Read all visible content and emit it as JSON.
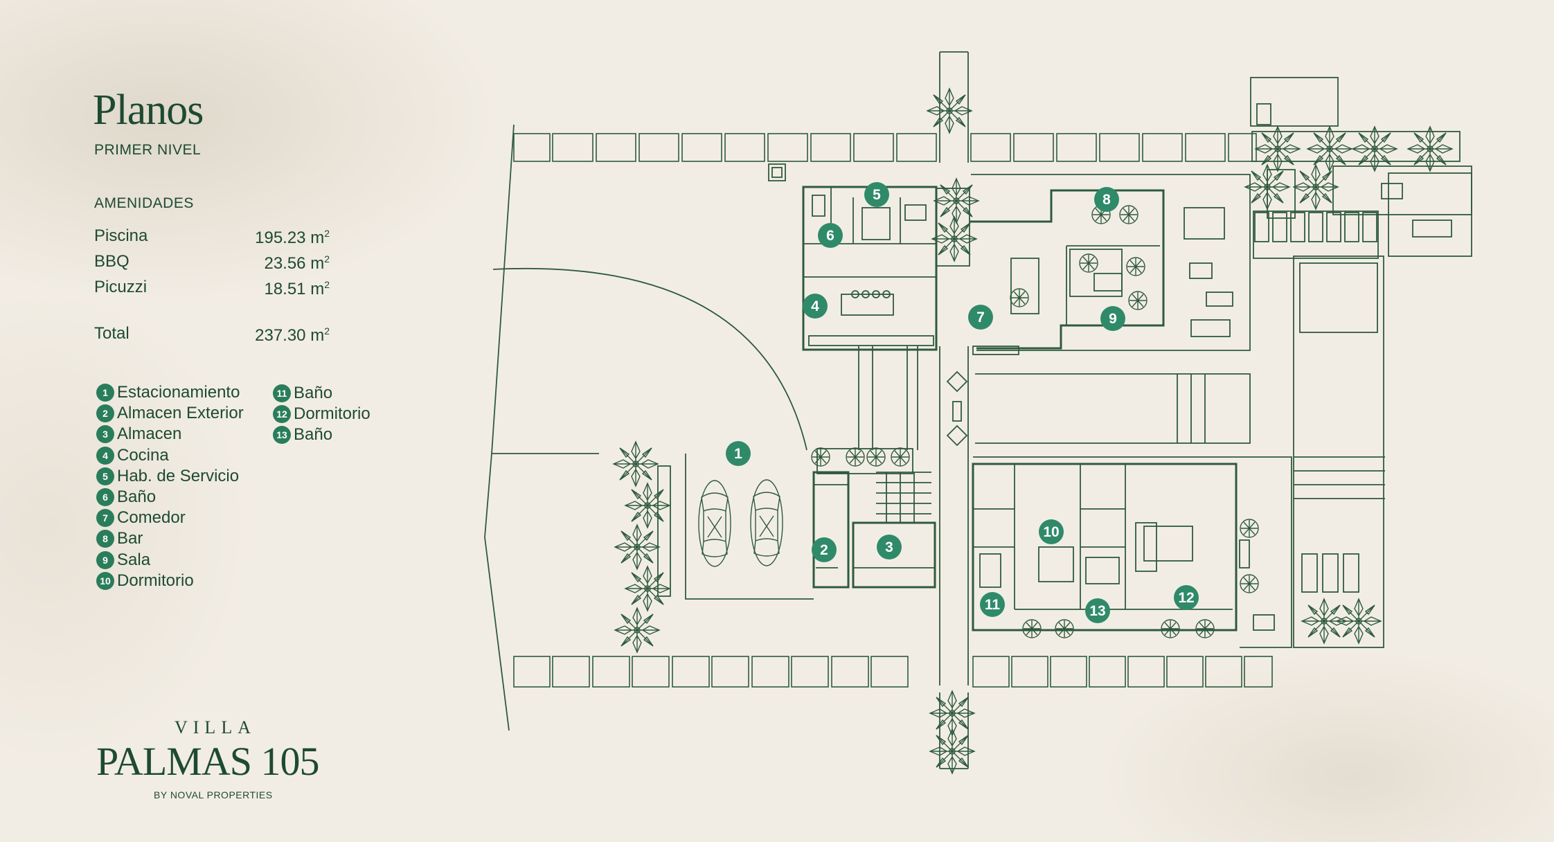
{
  "header": {
    "title": "Planos",
    "subtitle": "PRIMER NIVEL"
  },
  "amenities": {
    "heading": "AMENIDADES",
    "unit": "m",
    "unit_exp": "2",
    "rows": [
      {
        "name": "Piscina",
        "value": "195.23"
      },
      {
        "name": "BBQ",
        "value": "23.56"
      },
      {
        "name": "Picuzzi",
        "value": "18.51"
      }
    ],
    "total": {
      "name": "Total",
      "value": "237.30"
    }
  },
  "legend": {
    "items": [
      {
        "num": "1",
        "label": "Estacionamiento"
      },
      {
        "num": "2",
        "label": "Almacen Exterior"
      },
      {
        "num": "3",
        "label": "Almacen"
      },
      {
        "num": "4",
        "label": "Cocina"
      },
      {
        "num": "5",
        "label": "Hab. de Servicio"
      },
      {
        "num": "6",
        "label": "Baño"
      },
      {
        "num": "7",
        "label": "Comedor"
      },
      {
        "num": "8",
        "label": "Bar"
      },
      {
        "num": "9",
        "label": "Sala"
      },
      {
        "num": "10",
        "label": "Dormitorio"
      },
      {
        "num": "11",
        "label": "Baño"
      },
      {
        "num": "12",
        "label": "Dormitorio"
      },
      {
        "num": "13",
        "label": "Baño"
      }
    ]
  },
  "brand": {
    "pre": "VILLA",
    "name": "PALMAS 105",
    "by": "BY NOVAL PROPERTIES"
  },
  "colors": {
    "background": "#f2ede4",
    "ink": "#1d4a32",
    "marker": "#2f8a6a"
  }
}
